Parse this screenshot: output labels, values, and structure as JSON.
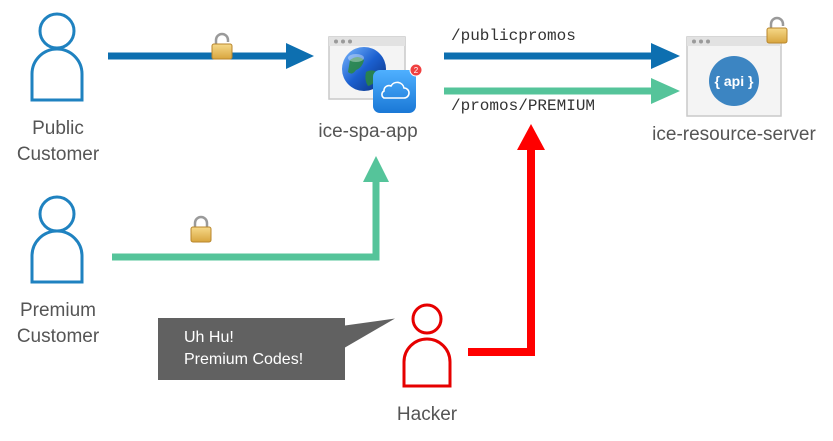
{
  "actors": {
    "public_customer": {
      "line1": "Public",
      "line2": "Customer"
    },
    "premium_customer": {
      "line1": "Premium",
      "line2": "Customer"
    },
    "hacker": {
      "label": "Hacker"
    }
  },
  "apps": {
    "spa": {
      "label": "ice-spa-app",
      "badge": "2"
    },
    "resource": {
      "label": "ice-resource-server",
      "api_text": "{ api }"
    }
  },
  "routes": {
    "public": "/publicpromos",
    "premium": "/promos/PREMIUM"
  },
  "speech": {
    "line1": "Uh Hu!",
    "line2": "Premium Codes!"
  },
  "colors": {
    "blue_arrow": "#0d6fb0",
    "green_arrow": "#55c49a",
    "red_arrow": "#ff0000",
    "customer_icon": "#1f82c0",
    "hacker_icon": "#e60000",
    "bubble": "#616161"
  }
}
